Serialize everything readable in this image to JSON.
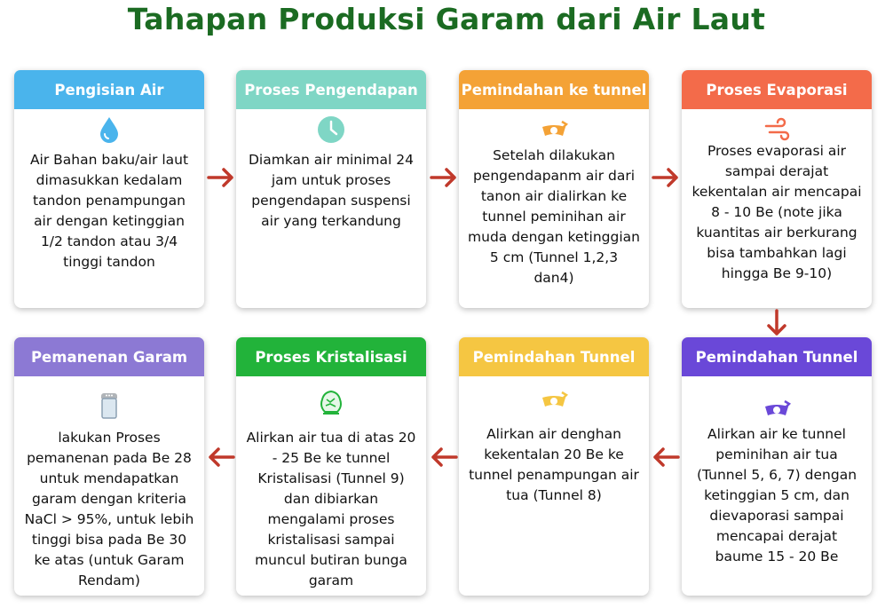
{
  "title": "Tahapan Produksi Garam dari Air Laut",
  "steps": [
    {
      "header": "Pengisian Air",
      "color": "#4ab4ec",
      "icon": "water-drop-icon",
      "text": "Air Bahan baku/air laut dimasukkan kedalam tandon penampungan air dengan ketinggian 1/2 tandon atau 3/4 tinggi tandon"
    },
    {
      "header": "Proses Pengendapan",
      "color": "#7fd6c5",
      "icon": "clock-icon",
      "text": "Diamkan air minimal 24 jam untuk proses pengendapan suspensi air yang terkandung"
    },
    {
      "header": "Pemindahan ke tunnel",
      "color": "#f4a236",
      "icon": "transfer-icon",
      "text": "Setelah dilakukan pengendapanm air dari tanon air dialirkan ke tunnel peminihan air muda dengan ketinggian 5 cm (Tunnel 1,2,3 dan4)"
    },
    {
      "header": "Proses Evaporasi",
      "color": "#f36b4a",
      "icon": "wind-icon",
      "text": "Proses evaporasi air sampai derajat kekentalan air mencapai 8 - 10 Be (note jika kuantitas air berkurang bisa tambahkan lagi hingga Be 9-10)"
    },
    {
      "header": "Pemindahan Tunnel",
      "color": "#6a48d8",
      "icon": "transfer-icon",
      "text": "Alirkan air ke tunnel peminihan air tua (Tunnel 5, 6, 7) dengan ketinggian 5 cm, dan dievaporasi sampai mencapai derajat baume 15 - 20 Be"
    },
    {
      "header": "Pemindahan Tunnel",
      "color": "#f5c642",
      "icon": "transfer-icon",
      "text": "Alirkan air denghan kekentalan 20 Be ke tunnel penampungan air tua (Tunnel 8)"
    },
    {
      "header": "Proses Kristalisasi",
      "color": "#22b33a",
      "icon": "salt-crystal-icon",
      "text": "Alirkan air tua di atas 20 - 25 Be ke tunnel Kristalisasi (Tunnel 9) dan dibiarkan mengalami proses kristalisasi sampai muncul butiran bunga garam"
    },
    {
      "header": "Pemanenan Garam",
      "color": "#8c79d4",
      "icon": "salt-shaker-icon",
      "text": "lakukan Proses pemanenan pada Be 28 untuk mendapatkan garam dengan kriteria NaCl > 95%, untuk lebih tinggi bisa pada Be 30 ke atas (untuk Garam Rendam)"
    }
  ],
  "arrow_color": "#c0392b"
}
